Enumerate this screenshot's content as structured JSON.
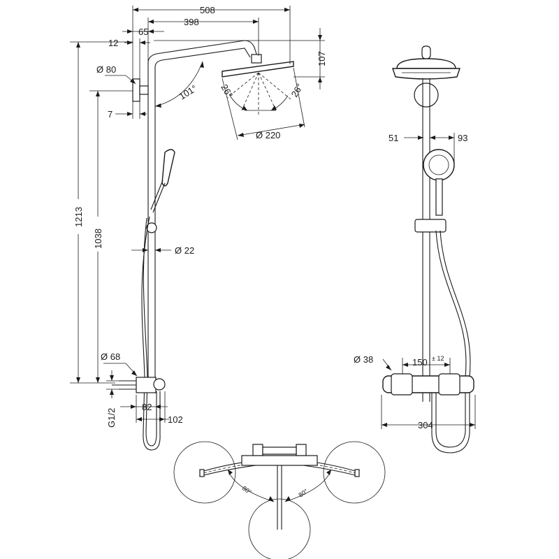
{
  "dimensions": {
    "d508": "508",
    "d398": "398",
    "d65": "65",
    "d12": "12",
    "d107": "107",
    "d80": "Ø 80",
    "d101": "101°",
    "d26a": "26°",
    "d26b": "26°",
    "d7": "7",
    "d220": "Ø 220",
    "d1213": "1213",
    "d1038": "1038",
    "d22": "Ø 22",
    "d68": "Ø 68",
    "dG12": "G1/2",
    "d82": "82",
    "d102": "102",
    "d51": "51",
    "d93": "93",
    "d38": "Ø 38",
    "d150": "150",
    "d150tol": "± 12",
    "d304": "304",
    "d80a": "80°",
    "d80b": "80°"
  }
}
